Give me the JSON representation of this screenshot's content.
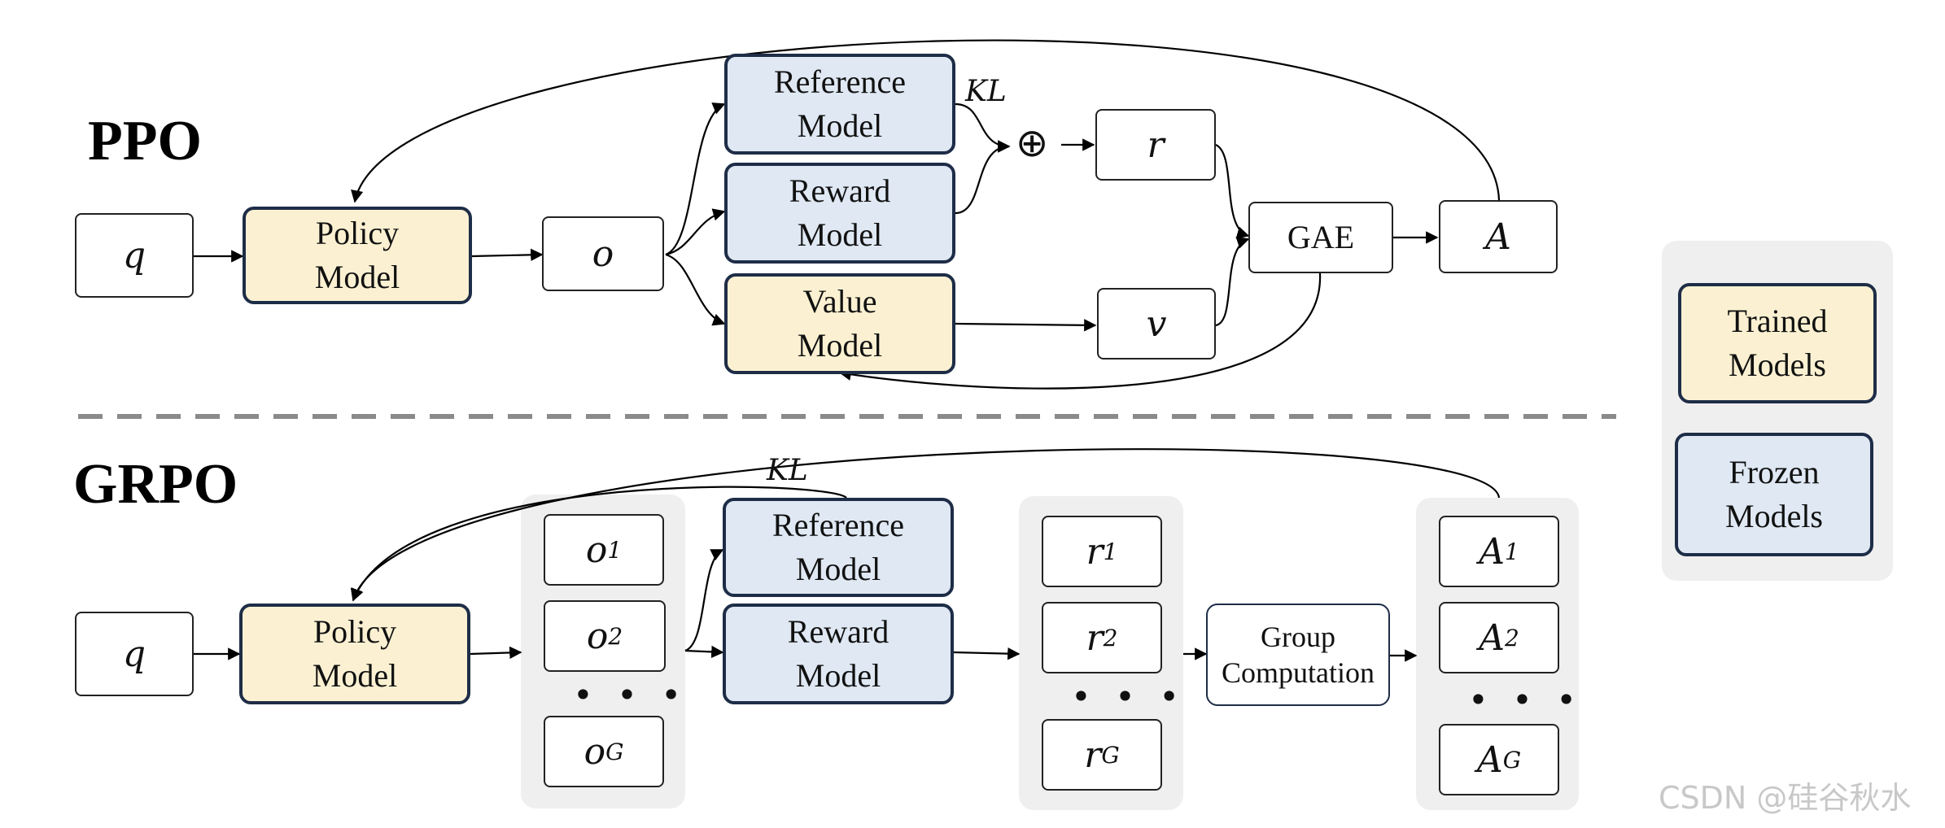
{
  "ppo": {
    "title": "PPO",
    "q": "q",
    "policy": "Policy\nModel",
    "o": "o",
    "reference": "Reference\nModel",
    "reward": "Reward\nModel",
    "value": "Value\nModel",
    "kl": "KL",
    "oplus": "⊕",
    "r": "r",
    "v": "v",
    "gae": "GAE",
    "a": "A"
  },
  "grpo": {
    "title": "GRPO",
    "q": "q",
    "policy": "Policy\nModel",
    "kl": "KL",
    "outputs": [
      {
        "base": "o",
        "sub": "1"
      },
      {
        "base": "o",
        "sub": "2"
      },
      {
        "base": "o",
        "sub": "G"
      }
    ],
    "reference": "Reference\nModel",
    "reward": "Reward\nModel",
    "rewards": [
      {
        "base": "r",
        "sub": "1"
      },
      {
        "base": "r",
        "sub": "2"
      },
      {
        "base": "r",
        "sub": "G"
      }
    ],
    "group": "Group\nComputation",
    "advantages": [
      {
        "base": "A",
        "sub": "1"
      },
      {
        "base": "A",
        "sub": "2"
      },
      {
        "base": "A",
        "sub": "G"
      }
    ],
    "ellipsis": "• • •"
  },
  "legend": {
    "trained": "Trained\nModels",
    "frozen": "Frozen\nModels"
  },
  "watermark": "CSDN @硅谷秋水",
  "colors": {
    "trained_fill": "#fbf1d2",
    "frozen_fill": "#dfe8f3",
    "border": "#1e2d47",
    "group_bg": "#efefef"
  }
}
